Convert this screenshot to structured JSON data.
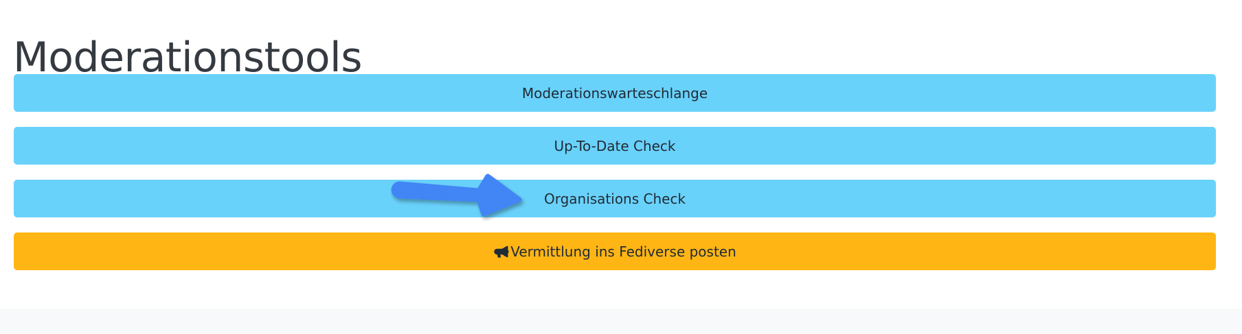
{
  "page": {
    "title": "Moderationstools",
    "background_color": "#ffffff",
    "title_color": "#343a40",
    "footer_color": "#f8f9fa"
  },
  "colors": {
    "cyan_button": "#69d2fb",
    "orange_button": "#ffb514",
    "button_text": "#212b36",
    "annotation_arrow": "#4285f4"
  },
  "buttons": [
    {
      "id": "moderation-queue",
      "label": "Moderationswarteschlange",
      "variant": "cyan",
      "icon": null
    },
    {
      "id": "up-to-date-check",
      "label": "Up-To-Date Check",
      "variant": "cyan",
      "icon": null
    },
    {
      "id": "organisations-check",
      "label": "Organisations Check",
      "variant": "cyan",
      "icon": null
    },
    {
      "id": "post-to-fediverse",
      "label": "Vermittlung ins Fediverse posten",
      "variant": "orange",
      "icon": "bullhorn-icon"
    }
  ],
  "annotation": {
    "type": "arrow",
    "points_to": "organisations-check",
    "color": "#4285f4",
    "direction": "right"
  }
}
